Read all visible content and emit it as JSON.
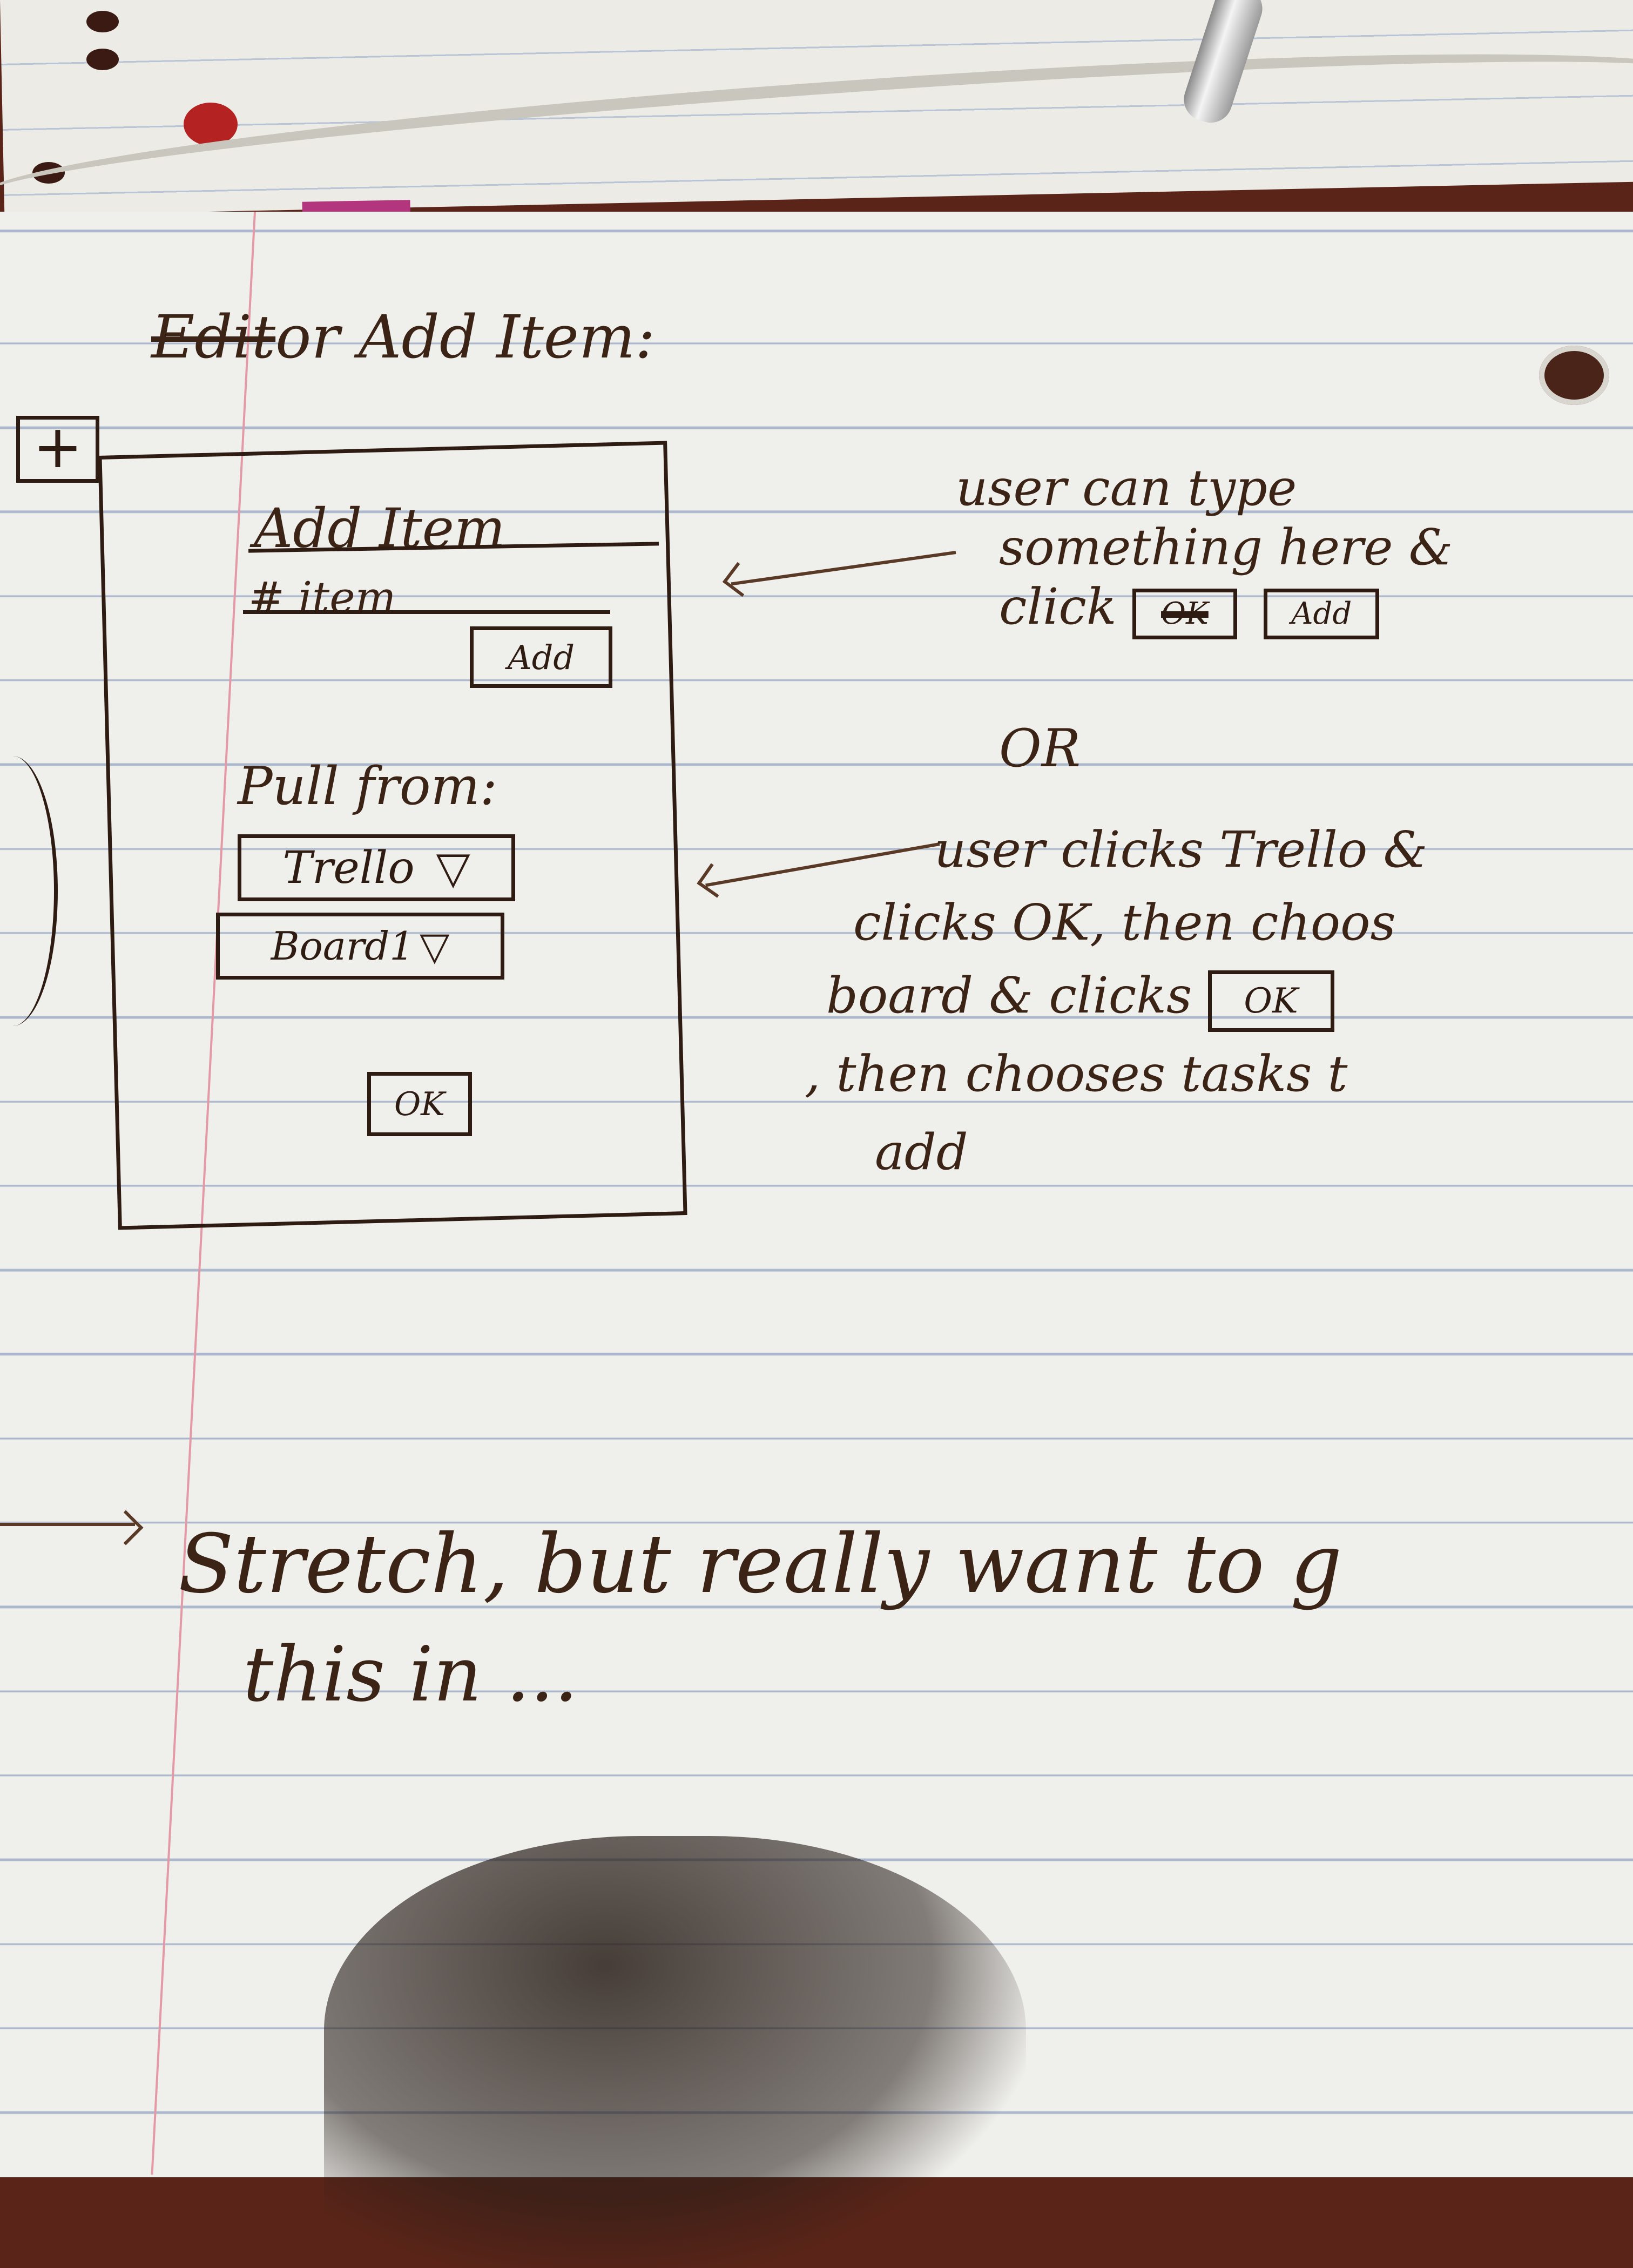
{
  "page": {
    "title_struck": "Edit",
    "title_joiner": "or",
    "title": "Add Item:"
  },
  "sketch": {
    "plus_icon": "plus-icon",
    "heading": "Add Item",
    "input_placeholder": "# item",
    "add_button": "Add",
    "pull_from_label": "Pull from:",
    "source_select": "Trello",
    "board_select": "Board1",
    "select_caret": "▽",
    "ok_button": "OK"
  },
  "notes": {
    "note1": [
      "user can type",
      "something here &",
      "click"
    ],
    "note1_crossed": "OK",
    "note1_button": "Add",
    "or": "OR",
    "note2": [
      "user clicks Trello &",
      "clicks OK, then choos",
      "board & clicks",
      ", then chooses tasks t",
      "add"
    ],
    "note2_button": "OK"
  },
  "footer": {
    "line1": "Stretch, but really want to g",
    "line2": "this in ..."
  },
  "colors": {
    "ink": "#3b2416",
    "paper": "#efefec",
    "rule": "#aab7cc",
    "margin": "#e39aa6"
  }
}
